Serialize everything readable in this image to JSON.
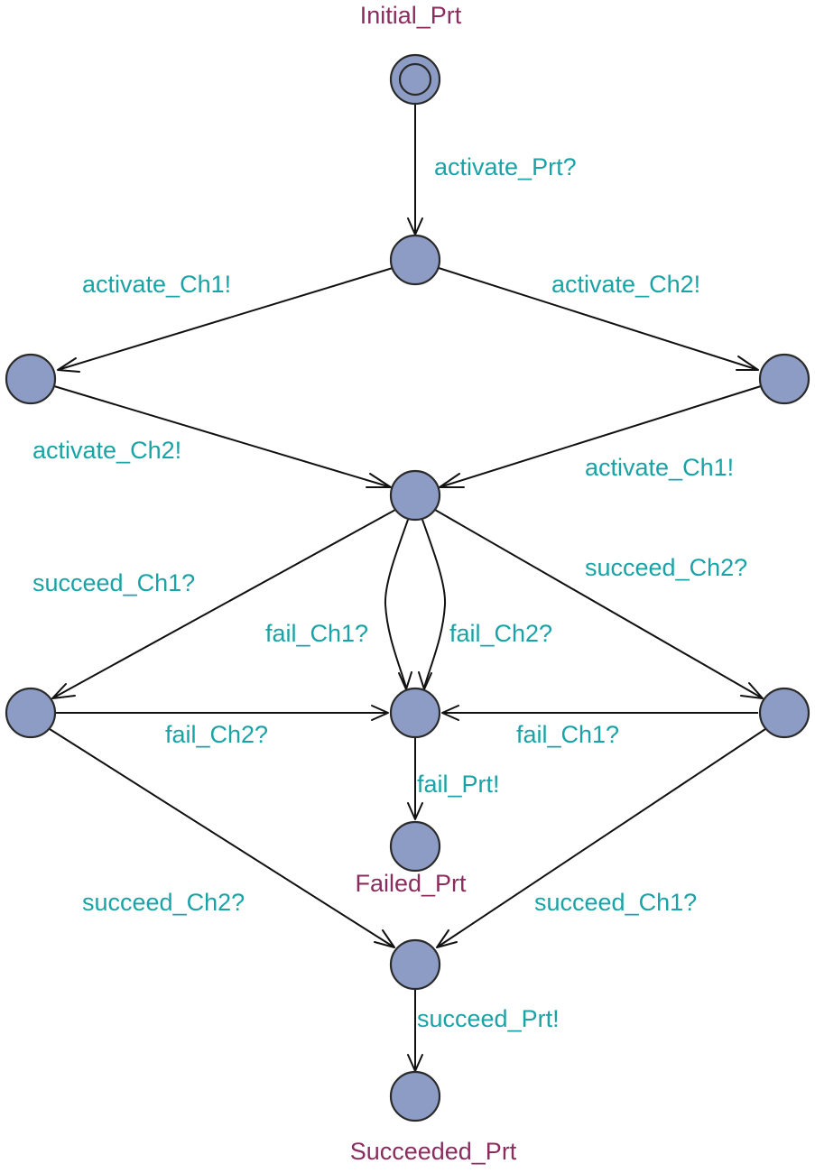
{
  "colors": {
    "state_fill": "#8c9cc4",
    "sync_label": "#1aa3a6",
    "state_name": "#8a2d5e"
  },
  "states": {
    "initial": {
      "name": "Initial_Prt",
      "initial": true
    },
    "activated": {
      "name": ""
    },
    "ch1_active": {
      "name": ""
    },
    "ch2_active": {
      "name": ""
    },
    "both_active": {
      "name": ""
    },
    "ch1_succeeded": {
      "name": ""
    },
    "failing": {
      "name": ""
    },
    "ch2_succeeded": {
      "name": ""
    },
    "failed": {
      "name": "Failed_Prt"
    },
    "succeeding": {
      "name": ""
    },
    "succeeded": {
      "name": "Succeeded_Prt"
    }
  },
  "edges": [
    {
      "id": "e1",
      "from": "initial",
      "to": "activated",
      "label": "activate_Prt?"
    },
    {
      "id": "e2",
      "from": "activated",
      "to": "ch1_active",
      "label": "activate_Ch1!"
    },
    {
      "id": "e3",
      "from": "activated",
      "to": "ch2_active",
      "label": "activate_Ch2!"
    },
    {
      "id": "e4",
      "from": "ch1_active",
      "to": "both_active",
      "label": "activate_Ch2!"
    },
    {
      "id": "e5",
      "from": "ch2_active",
      "to": "both_active",
      "label": "activate_Ch1!"
    },
    {
      "id": "e6",
      "from": "both_active",
      "to": "ch1_succeeded",
      "label": "succeed_Ch1?"
    },
    {
      "id": "e7",
      "from": "both_active",
      "to": "ch2_succeeded",
      "label": "succeed_Ch2?"
    },
    {
      "id": "e8",
      "from": "both_active",
      "to": "failing",
      "label": "fail_Ch1?"
    },
    {
      "id": "e9",
      "from": "both_active",
      "to": "failing",
      "label": "fail_Ch2?"
    },
    {
      "id": "e10",
      "from": "ch1_succeeded",
      "to": "failing",
      "label": "fail_Ch2?"
    },
    {
      "id": "e11",
      "from": "ch2_succeeded",
      "to": "failing",
      "label": "fail_Ch1?"
    },
    {
      "id": "e12",
      "from": "failing",
      "to": "failed",
      "label": "fail_Prt!"
    },
    {
      "id": "e13",
      "from": "ch1_succeeded",
      "to": "succeeding",
      "label": "succeed_Ch2?"
    },
    {
      "id": "e14",
      "from": "ch2_succeeded",
      "to": "succeeding",
      "label": "succeed_Ch1?"
    },
    {
      "id": "e15",
      "from": "succeeding",
      "to": "succeeded",
      "label": "succeed_Prt!"
    }
  ]
}
